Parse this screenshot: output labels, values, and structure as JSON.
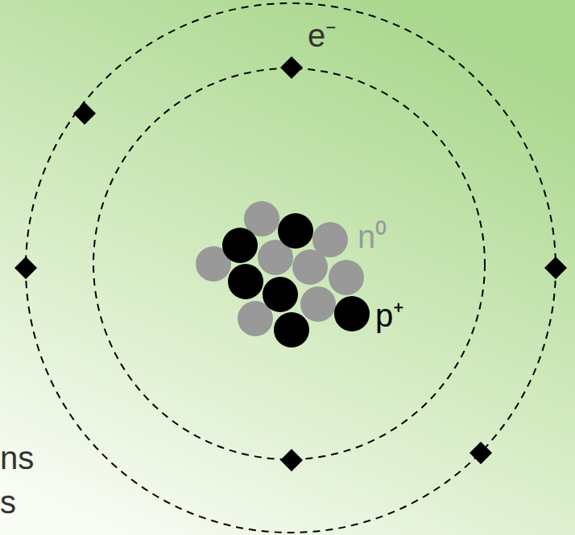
{
  "diagram": {
    "labels": [
      "e⁻",
      "n⁰",
      "p⁺",
      "ns",
      "s"
    ]
  }
}
